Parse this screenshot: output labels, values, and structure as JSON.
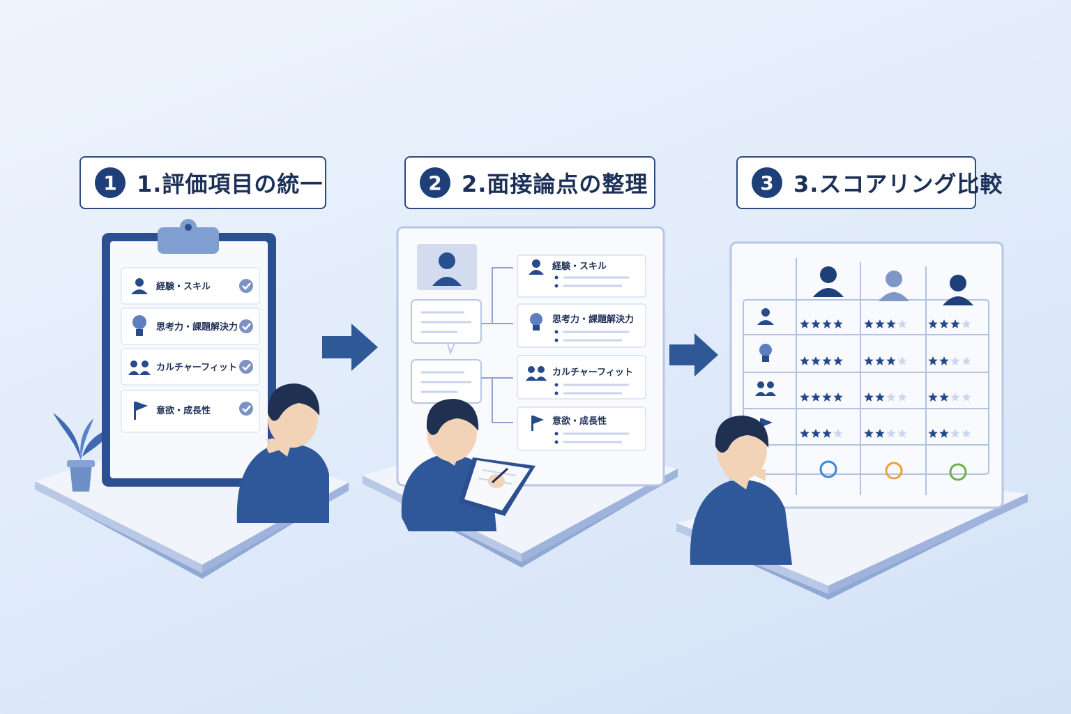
{
  "steps": [
    {
      "number": "1",
      "title": "1.評価項目の統一"
    },
    {
      "number": "2",
      "title": "2.面接論点の整理"
    },
    {
      "number": "3",
      "title": "3.スコアリング比較"
    }
  ],
  "criteria": [
    {
      "icon": "person-icon",
      "label": "経験・スキル"
    },
    {
      "icon": "lightbulb-icon",
      "label": "思考力・課題解決力"
    },
    {
      "icon": "people-icon",
      "label": "カルチャーフィット"
    },
    {
      "icon": "flag-icon",
      "label": "意欲・成長性"
    }
  ],
  "score_table": {
    "candidates": [
      "candidate-1",
      "candidate-2",
      "candidate-3"
    ],
    "ratings": [
      [
        4,
        3,
        3
      ],
      [
        4,
        3,
        2
      ],
      [
        4,
        2,
        2
      ],
      [
        3,
        2,
        2
      ]
    ],
    "verdict_colors": [
      "#3a86d9",
      "#f0a034",
      "#6bb04a"
    ]
  },
  "colors": {
    "accent": "#1f3f78",
    "background": "#e4edfa"
  }
}
